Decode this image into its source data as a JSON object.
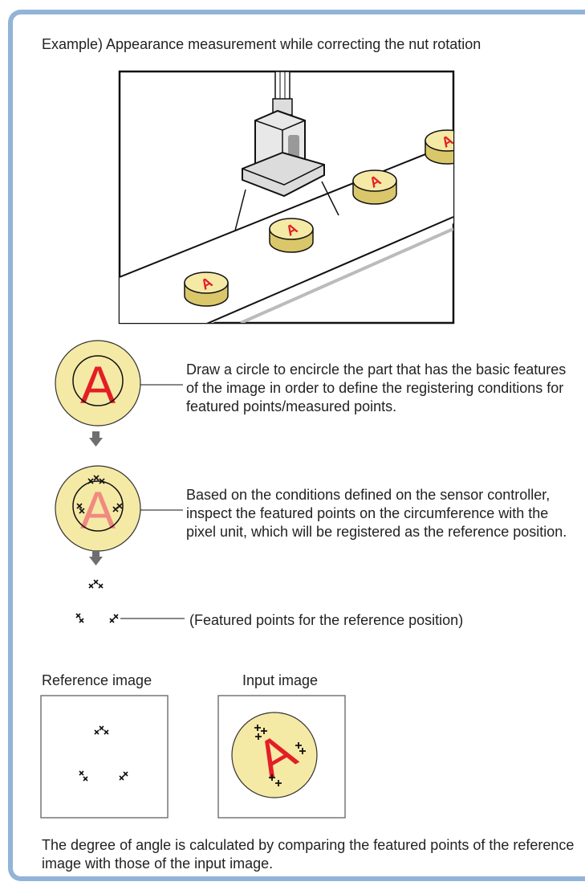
{
  "title": "Example) Appearance measurement while correcting the nut rotation",
  "steps": [
    {
      "text": "Draw a circle to encircle the part that has the basic features of the image in order to define the registering conditions for featured points/measured points."
    },
    {
      "text": "Based on the conditions defined on the sensor controller, inspect the featured points on the circumference with the pixel unit, which will be registered as the reference position."
    }
  ],
  "featured_points_label": "(Featured points for the reference position)",
  "reference_image_label": "Reference image",
  "input_image_label": "Input image",
  "nut_letter": "A",
  "conclusion": "The degree of angle is calculated by comparing the featured points of the reference image with those of the input image.",
  "colors": {
    "frame": "#92b4d8",
    "nut": "#f5e9a6",
    "letter": "#e31e24",
    "arrow": "#6e6e6e"
  }
}
